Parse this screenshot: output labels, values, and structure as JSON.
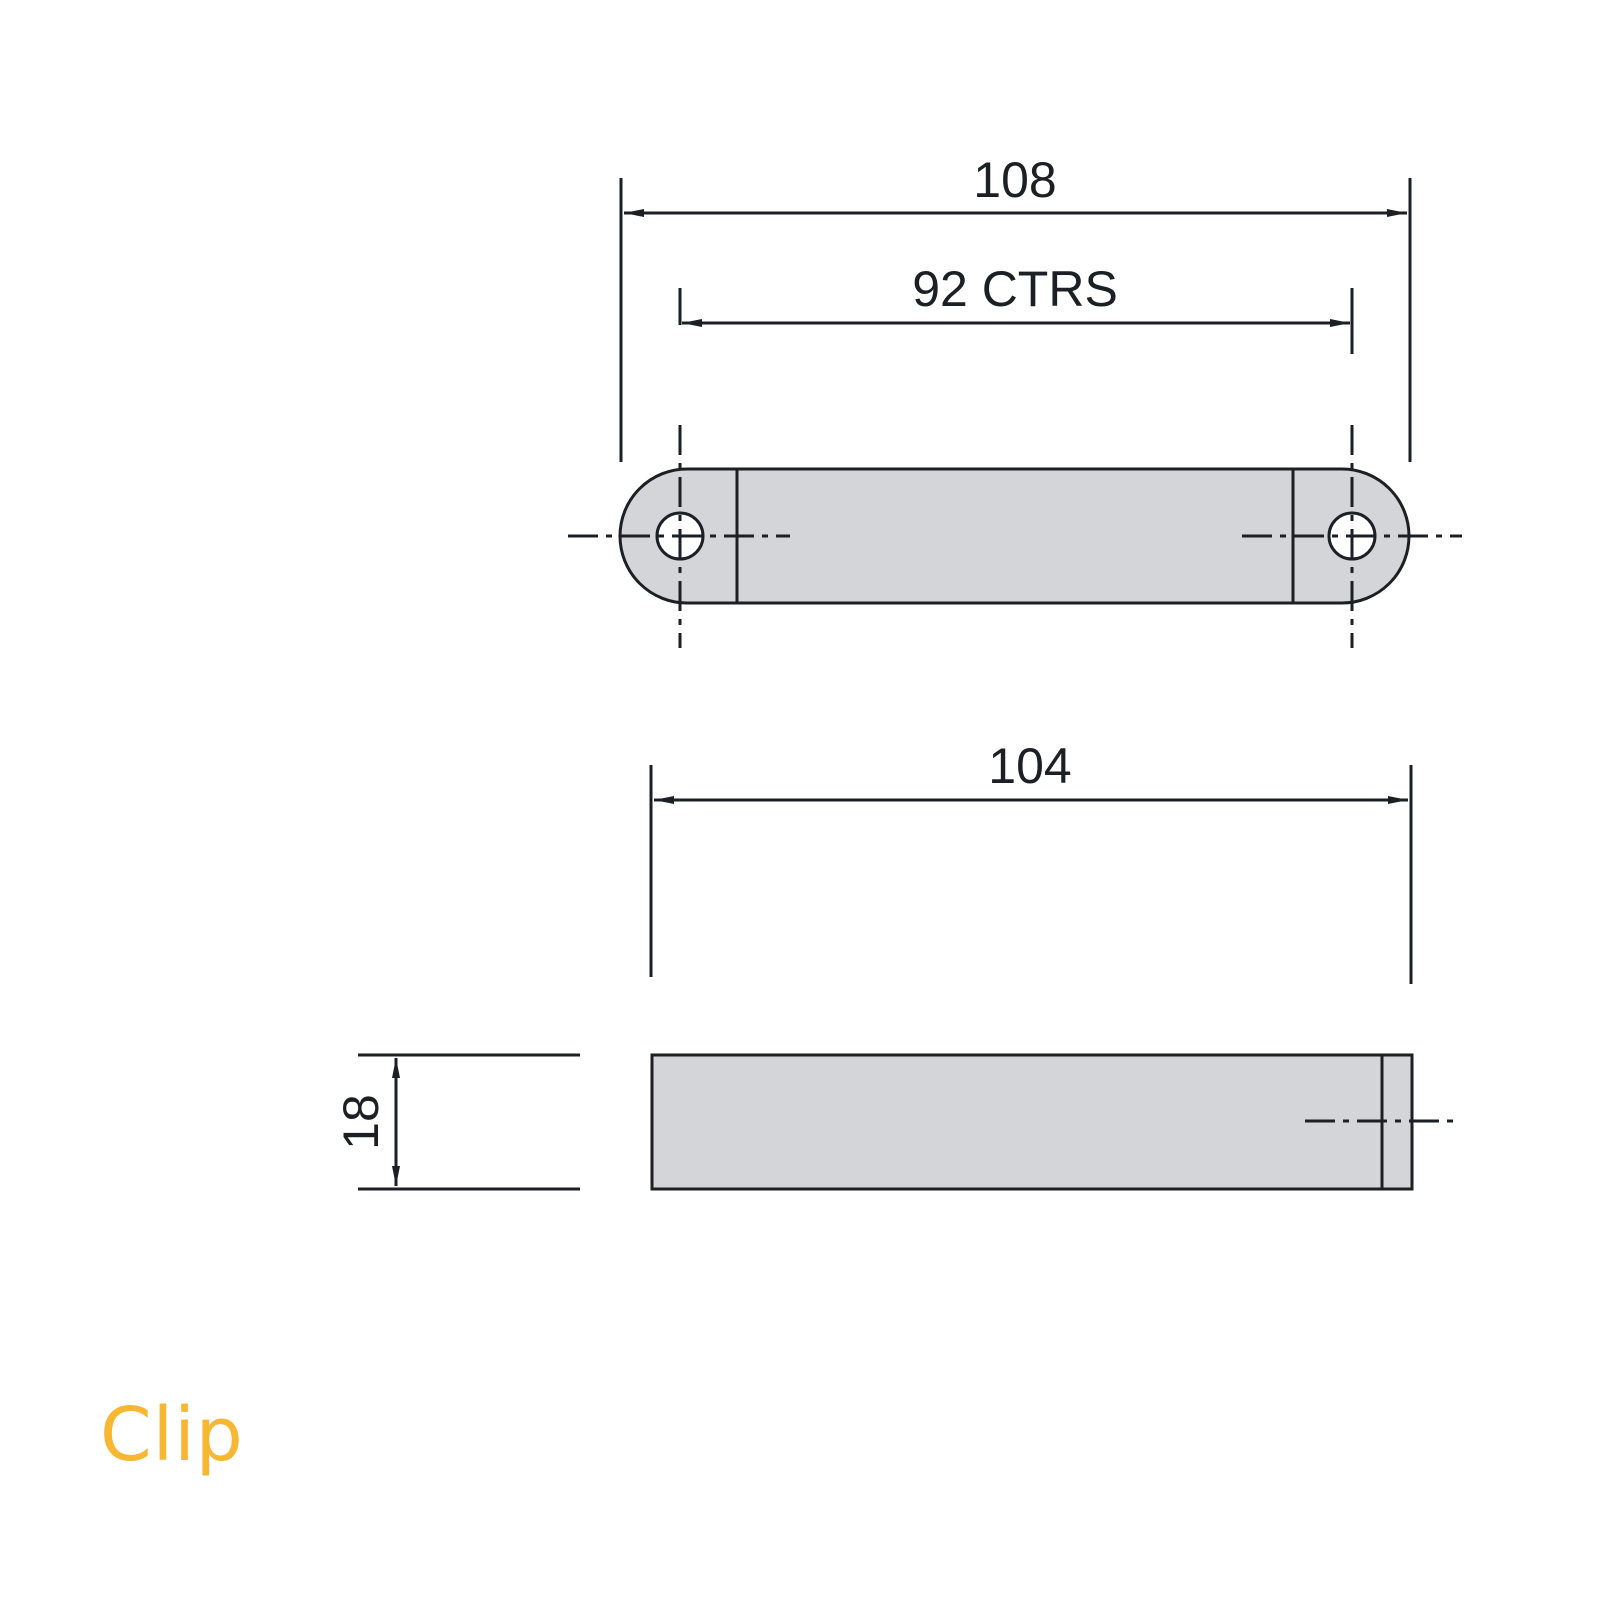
{
  "title": "Clip",
  "colors": {
    "line": "#1c1f24",
    "part_fill": "#d4d5d8",
    "caption": "#f7b733",
    "background": "#ffffff"
  },
  "top_view": {
    "overall_length_label": "108",
    "hole_centers_label": "92 CTRS"
  },
  "side_view": {
    "length_label": "104",
    "height_label": "18"
  }
}
